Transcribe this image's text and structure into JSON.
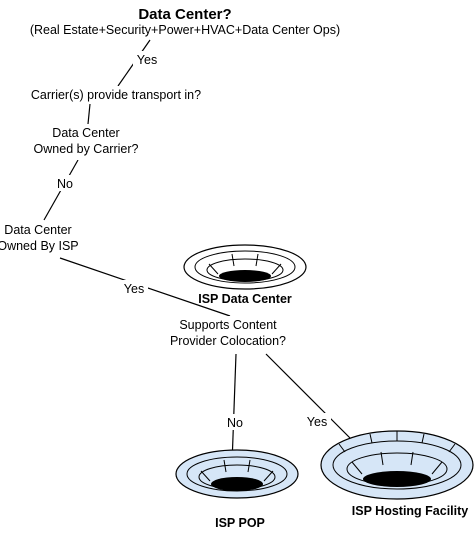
{
  "title": "Data Center?",
  "subtitle": "(Real Estate+Security+Power+HVAC+Data Center Ops)",
  "nodes": {
    "carrier_transport": [
      "Carrier(s) provide transport in?"
    ],
    "owned_by_carrier": [
      "Data Center",
      "Owned by Carrier?"
    ],
    "owned_by_isp": [
      "Data Center",
      "Owned By ISP"
    ],
    "supports_colocation": [
      "Supports Content",
      "Provider Colocation?"
    ]
  },
  "edges": {
    "title_to_carrier": "Yes",
    "carrier_to_isp": "No",
    "isp_to_colocation": "Yes",
    "colocation_to_pop": "No",
    "colocation_to_hosting": "Yes"
  },
  "facilities": {
    "isp_data_center": {
      "label": "ISP Data Center",
      "fill": "#ffffff"
    },
    "isp_pop": {
      "label": "ISP POP",
      "fill": "#d6e6f7"
    },
    "isp_hosting": {
      "label": "ISP Hosting Facility",
      "fill": "#d6e6f7"
    }
  },
  "colors": {
    "line": "#000000",
    "background": "#ffffff"
  }
}
